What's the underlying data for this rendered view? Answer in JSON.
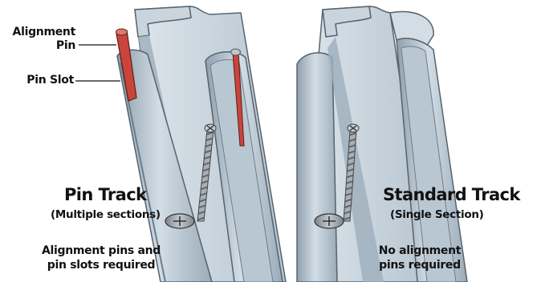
{
  "left": {
    "callouts": {
      "alignment_pin": "Alignment\nPin",
      "pin_slot": "Pin Slot"
    },
    "title": "Pin Track",
    "subtitle": "(Multiple sections)",
    "description": "Alignment pins and\npin slots required"
  },
  "right": {
    "title": "Standard Track",
    "subtitle": "(Single Section)",
    "description": "No alignment\npins required"
  },
  "colors": {
    "track_light": "#c7d3dc",
    "track_mid": "#a9b8c4",
    "track_dark": "#7f909d",
    "pin": "#c9453c",
    "screw": "#9ea6ad"
  }
}
